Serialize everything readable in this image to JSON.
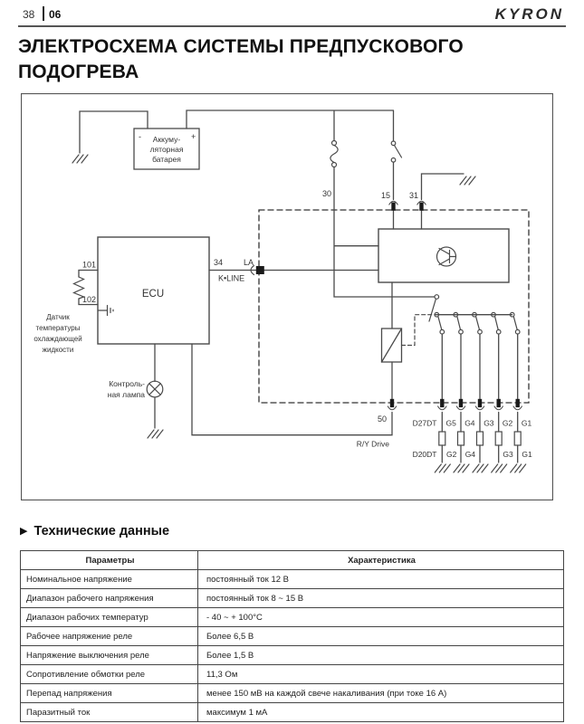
{
  "header": {
    "page_number": "38",
    "chapter": "06",
    "brand": "KYRON"
  },
  "title": "ЭЛЕКТРОСХЕМА СИСТЕМЫ ПРЕДПУСКОВОГО ПОДОГРЕВА",
  "diagram": {
    "battery": {
      "minus": "-",
      "plus": "+",
      "line1": "Аккуму-",
      "line2": "ляторная",
      "line3": "батарея"
    },
    "terminals": {
      "t30": "30",
      "t15": "15",
      "t31": "31",
      "t50": "50",
      "t34": "34",
      "la": "LA",
      "kline": "K•LINE",
      "rydrive": "R/Y Drive"
    },
    "ecu_label": "ECU",
    "pins": {
      "p101": "101",
      "p102": "102"
    },
    "sensor": {
      "l1": "Датчик",
      "l2": "температуры",
      "l3": "охлаждающей",
      "l4": "жидкости"
    },
    "lamp": {
      "l1": "Контроль-",
      "l2": "ная лампа"
    },
    "d27dt": {
      "label": "D27DT",
      "plugs": [
        "G5",
        "G4",
        "G3",
        "G2",
        "G1"
      ]
    },
    "d20dt": {
      "label": "D20DT",
      "plugs": [
        "G2",
        "G4",
        "",
        "G3",
        "G1"
      ]
    }
  },
  "section": {
    "title": "Технические данные",
    "marker": "▶"
  },
  "table": {
    "headers": [
      "Параметры",
      "Характеристика"
    ],
    "rows": [
      {
        "param": "Номинальное напряжение",
        "value": "постоянный ток 12 В"
      },
      {
        "param": "Диапазон рабочего напряжения",
        "value": "постоянный ток  8 ~ 15 В"
      },
      {
        "param": "Диапазон рабочих температур",
        "value": "- 40 ~ + 100°C"
      },
      {
        "param": "Рабочее напряжение реле",
        "value": "Более 6,5 В"
      },
      {
        "param": "Напряжение выключения реле",
        "value": "Более 1,5 В"
      },
      {
        "param": "Сопротивление обмотки реле",
        "value": "11,3 Ом"
      },
      {
        "param": "Перепад напряжения",
        "value": "менее 150 мВ на каждой свече накаливания (при токе 16 А)"
      },
      {
        "param": "Паразитный ток",
        "value": "максимум 1 мА"
      }
    ]
  },
  "colors": {
    "line": "#4a4a4a",
    "text": "#2b2b2b"
  }
}
